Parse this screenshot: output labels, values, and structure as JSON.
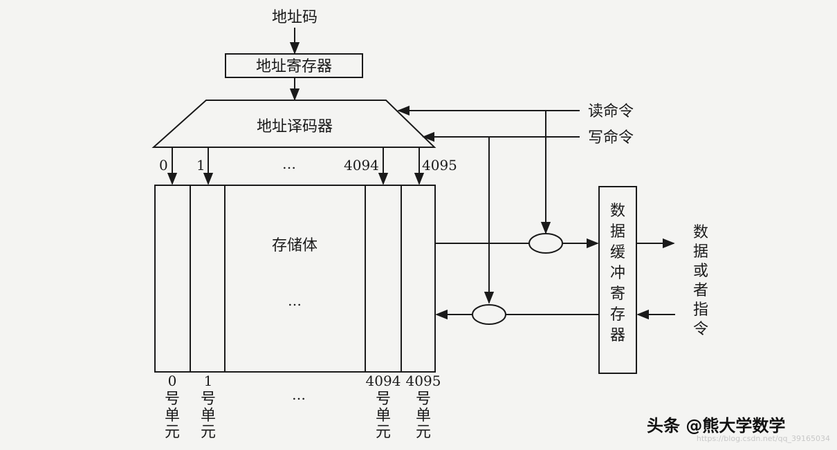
{
  "address_code": "地址码",
  "address_register": "地址寄存器",
  "address_decoder": "地址译码器",
  "read_command": "读命令",
  "write_command": "写命令",
  "decoder_outputs": [
    "0",
    "1",
    "4094",
    "4095"
  ],
  "ellipsis": "…",
  "storage_body": "存储体",
  "data_buffer_register": "数据缓冲寄存器",
  "data_or_instruction": "数据或者指令",
  "unit_numbers": [
    "0",
    "1",
    "4094",
    "4095"
  ],
  "unit_suffix": "号单元",
  "watermark": "头条 @熊大学数学",
  "watermark_url": "https://blog.csdn.net/qq_39165034"
}
